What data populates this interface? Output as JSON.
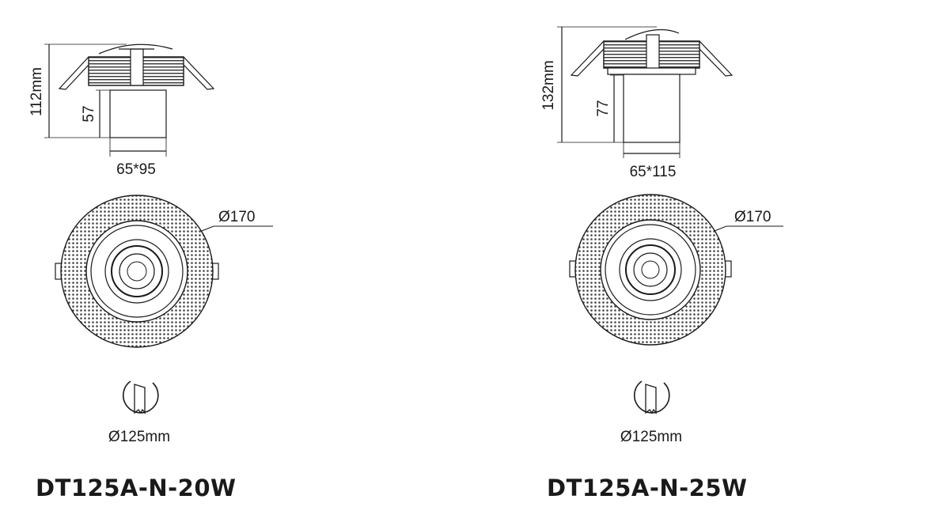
{
  "products": [
    {
      "model": "DT125A-N-20W",
      "height_total": "112mm",
      "height_body": "57",
      "body_size": "65*95",
      "outer_diameter": "Ø170",
      "cutout": "Ø125mm"
    },
    {
      "model": "DT125A-N-25W",
      "height_total": "132mm",
      "height_body": "77",
      "body_size": "65*115",
      "outer_diameter": "Ø170",
      "cutout": "Ø125mm"
    }
  ],
  "colors": {
    "line": "#1a1a1a",
    "background": "#ffffff"
  },
  "icons": [
    "cutout-saw-icon"
  ]
}
